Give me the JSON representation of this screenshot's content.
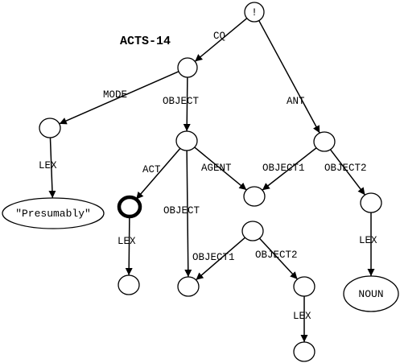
{
  "title": "ACTS-14",
  "nodes": [
    {
      "id": "root",
      "text": "!"
    },
    {
      "id": "acts",
      "text": ""
    },
    {
      "id": "mode",
      "text": ""
    },
    {
      "id": "presumably",
      "text": "\"Presumably\""
    },
    {
      "id": "obj",
      "text": ""
    },
    {
      "id": "act",
      "text": ""
    },
    {
      "id": "actlex",
      "text": ""
    },
    {
      "id": "objobj",
      "text": ""
    },
    {
      "id": "agent",
      "text": ""
    },
    {
      "id": "sub",
      "text": ""
    },
    {
      "id": "obj2",
      "text": ""
    },
    {
      "id": "obj2lex",
      "text": ""
    },
    {
      "id": "ant",
      "text": ""
    },
    {
      "id": "antobj2",
      "text": ""
    },
    {
      "id": "noun",
      "text": "NOUN"
    }
  ],
  "edges": [
    {
      "from": "root",
      "to": "acts",
      "label": "CQ"
    },
    {
      "from": "root",
      "to": "ant",
      "label": "ANT"
    },
    {
      "from": "acts",
      "to": "mode",
      "label": "MODE"
    },
    {
      "from": "acts",
      "to": "obj",
      "label": "OBJECT"
    },
    {
      "from": "mode",
      "to": "presumably",
      "label": "LEX"
    },
    {
      "from": "obj",
      "to": "act",
      "label": "ACT"
    },
    {
      "from": "obj",
      "to": "agent",
      "label": "AGENT"
    },
    {
      "from": "obj",
      "to": "objobj",
      "label": "OBJECT"
    },
    {
      "from": "act",
      "to": "actlex",
      "label": "LEX"
    },
    {
      "from": "ant",
      "to": "agent",
      "label": "OBJECT1"
    },
    {
      "from": "ant",
      "to": "antobj2",
      "label": "OBJECT2"
    },
    {
      "from": "antobj2",
      "to": "noun",
      "label": "LEX"
    },
    {
      "from": "sub",
      "to": "objobj",
      "label": "OBJECT1"
    },
    {
      "from": "sub",
      "to": "obj2",
      "label": "OBJECT2"
    },
    {
      "from": "obj2",
      "to": "obj2lex",
      "label": "LEX"
    }
  ]
}
